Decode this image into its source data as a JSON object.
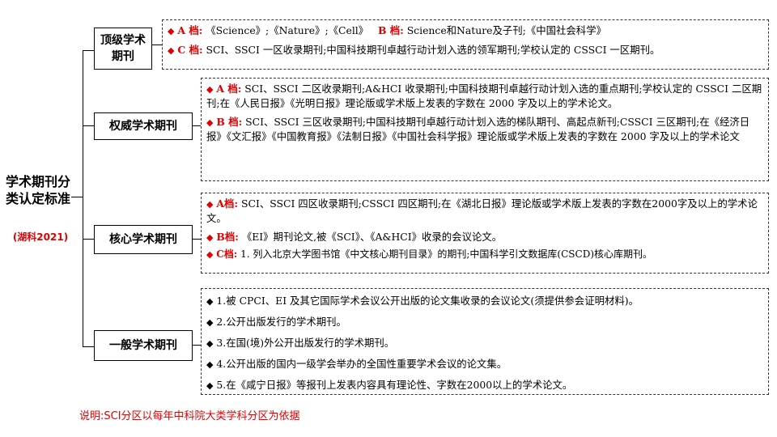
{
  "root": {
    "title": "学术期刊分类认定标准",
    "subtitle": "(湖科2021)"
  },
  "categories": [
    {
      "label": "顶级学术期刊",
      "rows": [
        {
          "parts": [
            {
              "grade": "A 档",
              "text": "《Science》;《Nature》;《Cell》"
            },
            {
              "grade": "B 档",
              "text": "Science和Nature及子刊;《中国社会科学》"
            }
          ]
        },
        {
          "parts": [
            {
              "grade": "C 档",
              "text": "SCI、SSCI 一区收录期刊;中国科技期刊卓越行动计划入选的领军期刊;学校认定的 CSSCI 一区期刊。"
            }
          ]
        }
      ]
    },
    {
      "label": "权威学术期刊",
      "rows": [
        {
          "parts": [
            {
              "grade": "A 档",
              "text": "SCI、SSCI 二区收录期刊;A&HCI 收录期刊;中国科技期刊卓越行动计划入选的重点期刊;学校认定的 CSSCI 二区期刊;在《人民日报》《光明日报》理论版或学术版上发表的字数在 2000 字及以上的学术论文。"
            }
          ]
        },
        {
          "parts": [
            {
              "grade": "B 档",
              "text": "SCI、SSCI 三区收录期刊;中国科技期刊卓越行动计划入选的梯队期刊、高起点新刊;CSSCI 三区期刊;在《经济日报》《文汇报》《中国教育报》《法制日报》《中国社会科学报》理论版或学术版上发表的字数在 2000 字及以上的学术论文"
            }
          ]
        }
      ]
    },
    {
      "label": "核心学术期刊",
      "rows": [
        {
          "parts": [
            {
              "grade": "A档",
              "text": "SCI、SSCI 四区收录期刊;CSSCI 四区期刊;在《湖北日报》理论版或学术版上发表的字数在2000字及以上的学术论文。"
            }
          ]
        },
        {
          "parts": [
            {
              "grade": "B档",
              "text": "《EI》期刊论文,被《SCI》、《A&HCI》收录的会议论文。"
            }
          ]
        },
        {
          "parts": [
            {
              "grade": "C档",
              "text": "1. 列入北京大学图书馆《中文核心期刊目录》的期刊;中国科学引文数据库(CSCD)核心库期刊。"
            }
          ]
        }
      ]
    },
    {
      "label": "一般学术期刊",
      "items": [
        "1.被 CPCI、EI 及其它国际学术会议公开出版的论文集收录的会议论文(须提供参会证明材料)。",
        "2.公开出版发行的学术期刊。",
        "3.在国(境)外公开出版发行的学术期刊。",
        "4.公开出版的国内一级学会举办的全国性重要学术会议的论文集。",
        "5.在《咸宁日报》等报刊上发表内容具有理论性、字数在2000以上的学术论文。"
      ]
    }
  ],
  "note": "说明:SCI分区以每年中科院大类学科分区为依据"
}
